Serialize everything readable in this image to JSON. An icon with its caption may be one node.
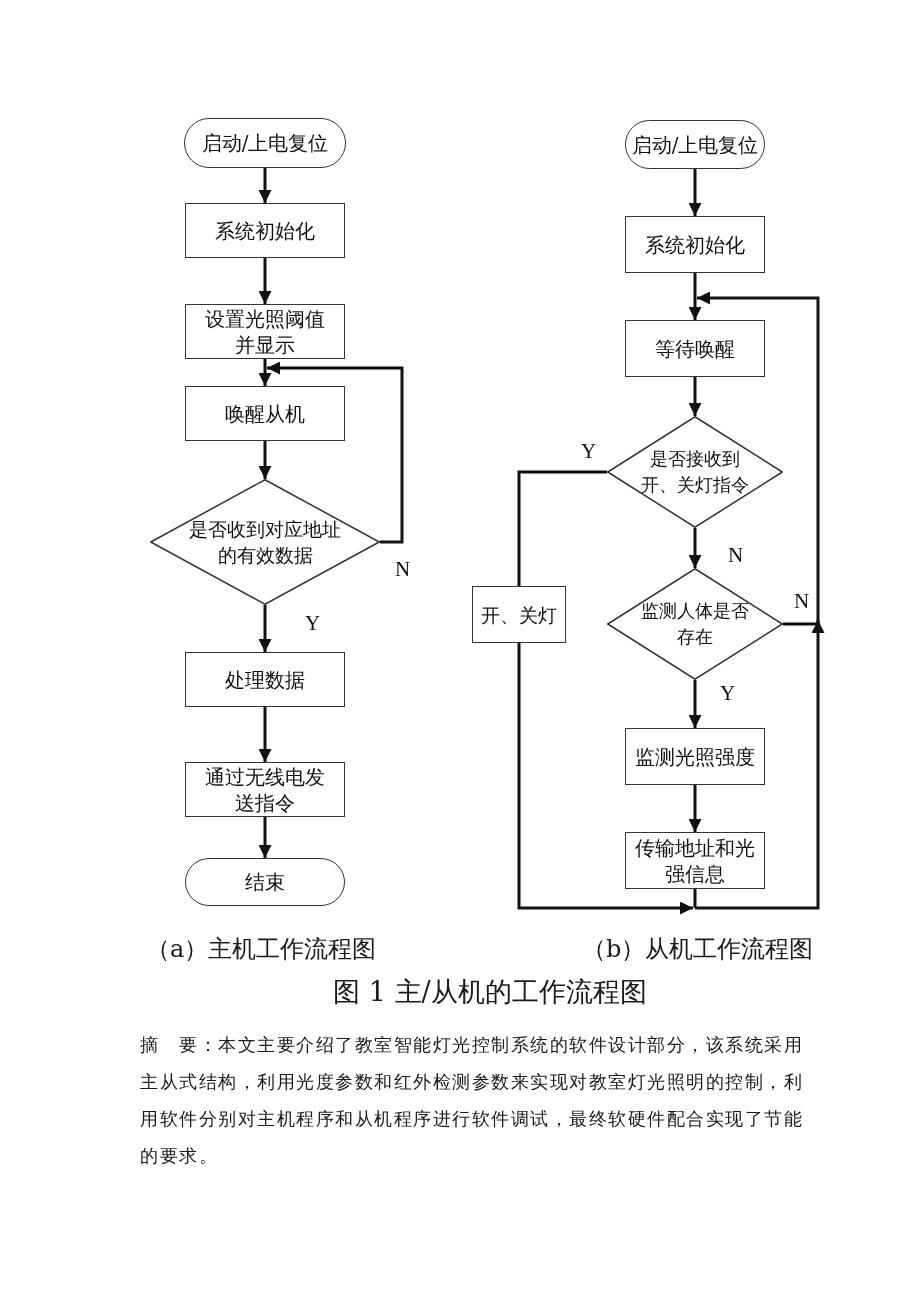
{
  "diagram": {
    "caption": "图 1 主/从机的工作流程图",
    "nodes": [
      {
        "text": [
          "启动/上电复位"
        ]
      },
      {
        "text": [
          "系统初始化"
        ]
      },
      {
        "text": [
          "设置光照阈值并显示"
        ]
      },
      {
        "text": [
          "唤醒从机"
        ]
      },
      {
        "text": [
          "是否收到对应地址的有效数据"
        ]
      },
      {
        "text": [
          "处理数据"
        ]
      },
      {
        "text": [
          "通过无线电发送指令"
        ]
      },
      {
        "text": [
          "结束"
        ]
      },
      {
        "text": [
          "启动/上电复位"
        ]
      },
      {
        "text": [
          "系统初始化"
        ]
      },
      {
        "text": [
          "等待唤醒"
        ]
      },
      {
        "text": [
          "是否接收到开、关灯指令"
        ]
      },
      {
        "text": [
          "开、关灯"
        ]
      },
      {
        "text": [
          "监测人体是否存在"
        ]
      },
      {
        "text": [
          "监测光照强度"
        ]
      },
      {
        "text": [
          "传输地址和光强信息"
        ]
      }
    ],
    "edges": [
      {
        "from": 0,
        "to": 1,
        "arrow": "to"
      },
      {
        "from": 1,
        "to": 2,
        "arrow": "to"
      },
      {
        "from": 2,
        "to": 3,
        "arrow": "to"
      },
      {
        "from": 3,
        "to": 4,
        "arrow": "to"
      },
      {
        "from": 4,
        "to": 5,
        "arrow": "to",
        "label": "Y"
      },
      {
        "from": 4,
        "to": 3,
        "arrow": "to",
        "label": "N"
      },
      {
        "from": 5,
        "to": 6,
        "arrow": "to"
      },
      {
        "from": 6,
        "to": 7,
        "arrow": "to"
      },
      {
        "from": 8,
        "to": 9,
        "arrow": "to"
      },
      {
        "from": 9,
        "to": 10,
        "arrow": "to"
      },
      {
        "from": 10,
        "to": 11,
        "arrow": "to"
      },
      {
        "from": 11,
        "to": 12,
        "arrow": "none",
        "label": "Y"
      },
      {
        "from": 11,
        "to": 13,
        "arrow": "to",
        "label": "N"
      },
      {
        "from": 13,
        "to": 14,
        "arrow": "to",
        "label": "Y"
      },
      {
        "from": 14,
        "to": 15,
        "arrow": "to"
      },
      {
        "from": 15,
        "to": 10,
        "arrow": "to"
      },
      {
        "from": 12,
        "to": 10,
        "arrow": "to"
      },
      {
        "from": 13,
        "to": 10,
        "arrow": "to",
        "label": "N"
      }
    ],
    "labels": [
      "（a）主机工作流程图",
      "（b）从机工作流程图",
      "摘　要：本文主要介绍了教室智能灯光控制系统的软件设计部分，该系统采用主从式结构，利用光度参数和红外检测参数来实现对教室灯光照明的控制，利用软件分别对主机程序和从机程序进行软件调试，最终软硬件配合实现了节能的要求。"
    ]
  }
}
